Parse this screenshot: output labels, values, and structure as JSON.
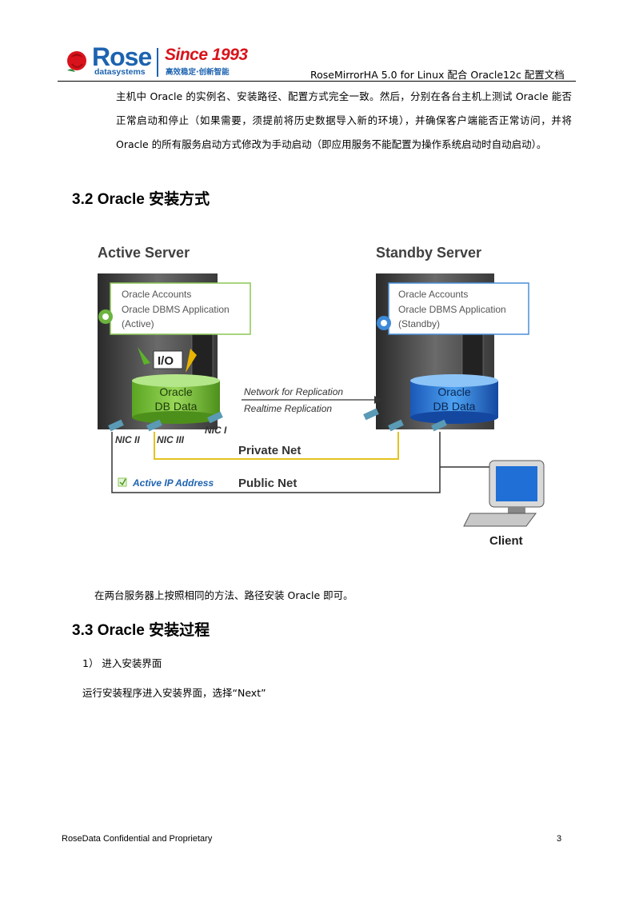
{
  "header": {
    "logo_word": "Rose",
    "logo_sub": "datasystems",
    "since": "Since 1993",
    "slogan": "高效稳定·创新智能",
    "doc_title": "RoseMirrorHA 5.0 for Linux  配合 Oracle12c 配置文档"
  },
  "intro_paragraph": "主机中 Oracle 的实例名、安装路径、配置方式完全一致。然后，分别在各台主机上测试 Oracle 能否正常启动和停止（如果需要，须提前将历史数据导入新的环境），并确保客户端能否正常访问，并将 Oracle 的所有服务启动方式修改为手动启动（即应用服务不能配置为操作系统启动时自动启动）。",
  "section_32": {
    "title": "3.2  Oracle 安装方式"
  },
  "diagram": {
    "active_server": "Active Server",
    "standby_server": "Standby Server",
    "active_box": [
      "Oracle Accounts",
      "Oracle DBMS Application",
      "(Active)"
    ],
    "standby_box": [
      "Oracle Accounts",
      "Oracle  DBMS Application",
      "(Standby)"
    ],
    "io": "I/O",
    "active_db": [
      "Oracle",
      "DB Data"
    ],
    "standby_db": [
      "Oracle",
      "DB Data"
    ],
    "network_replication": "Network for Replication",
    "realtime_replication": "Realtime Replication",
    "nic_i": "NIC I",
    "nic_ii": "NIC II",
    "nic_iii": "NIC III",
    "private_net": "Private Net",
    "active_ip": "Active IP Address",
    "public_net": "Public Net",
    "client": "Client"
  },
  "install_note": "在两台服务器上按照相同的方法、路径安装 Oracle 即可。",
  "section_33": {
    "title": "3.3  Oracle 安装过程"
  },
  "step1": "1）  进入安装界面",
  "step1_desc": "运行安装程序进入安装界面，选择“Next”",
  "footer": {
    "left": "RoseData Confidential and Proprietary",
    "page": "3"
  },
  "colors": {
    "brand_blue": "#1d63b0",
    "brand_red": "#d9131b",
    "active_green": "#7cc142",
    "standby_blue": "#2f7fd8",
    "private_net_yellow": "#e3c320"
  }
}
